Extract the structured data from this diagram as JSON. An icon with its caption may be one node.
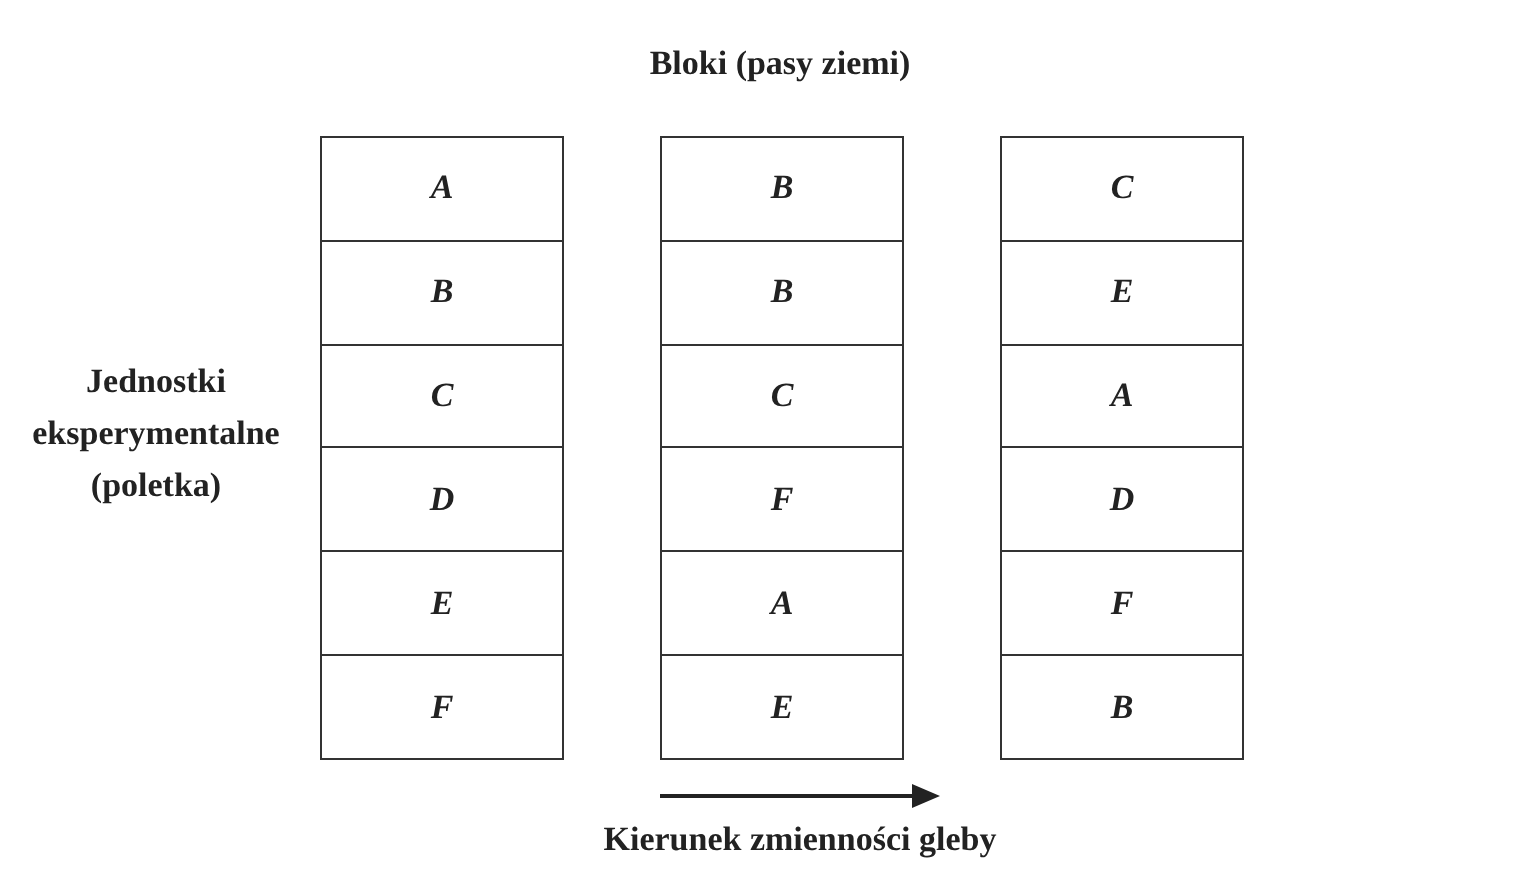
{
  "diagram": {
    "title": "Bloki (pasy ziemi)",
    "nodes": [
      {
        "text": [],
        "shape": "box"
      },
      {
        "text": [
          "A"
        ],
        "in": 0
      },
      {
        "text": [
          "B"
        ],
        "in": 0
      },
      {
        "text": [
          "C"
        ],
        "in": 0
      },
      {
        "text": [
          "D"
        ],
        "in": 0
      },
      {
        "text": [
          "E"
        ],
        "in": 0
      },
      {
        "text": [
          "F"
        ],
        "in": 0
      },
      {
        "text": [],
        "shape": "box"
      },
      {
        "text": [
          "B"
        ],
        "in": 7
      },
      {
        "text": [
          "B"
        ],
        "in": 7
      },
      {
        "text": [
          "C"
        ],
        "in": 7
      },
      {
        "text": [
          "F"
        ],
        "in": 7
      },
      {
        "text": [
          "A"
        ],
        "in": 7
      },
      {
        "text": [
          "E"
        ],
        "in": 7
      },
      {
        "text": [],
        "shape": "box"
      },
      {
        "text": [
          "C"
        ],
        "in": 14
      },
      {
        "text": [
          "E"
        ],
        "in": 14
      },
      {
        "text": [
          "A"
        ],
        "in": 14
      },
      {
        "text": [
          "D"
        ],
        "in": 14
      },
      {
        "text": [
          "F"
        ],
        "in": 14
      },
      {
        "text": [
          "B"
        ],
        "in": 14
      }
    ],
    "edges": [],
    "labels": [
      "Jednostki eksperymentalne (poletka)",
      "Kierunek zmienności gleby"
    ]
  }
}
